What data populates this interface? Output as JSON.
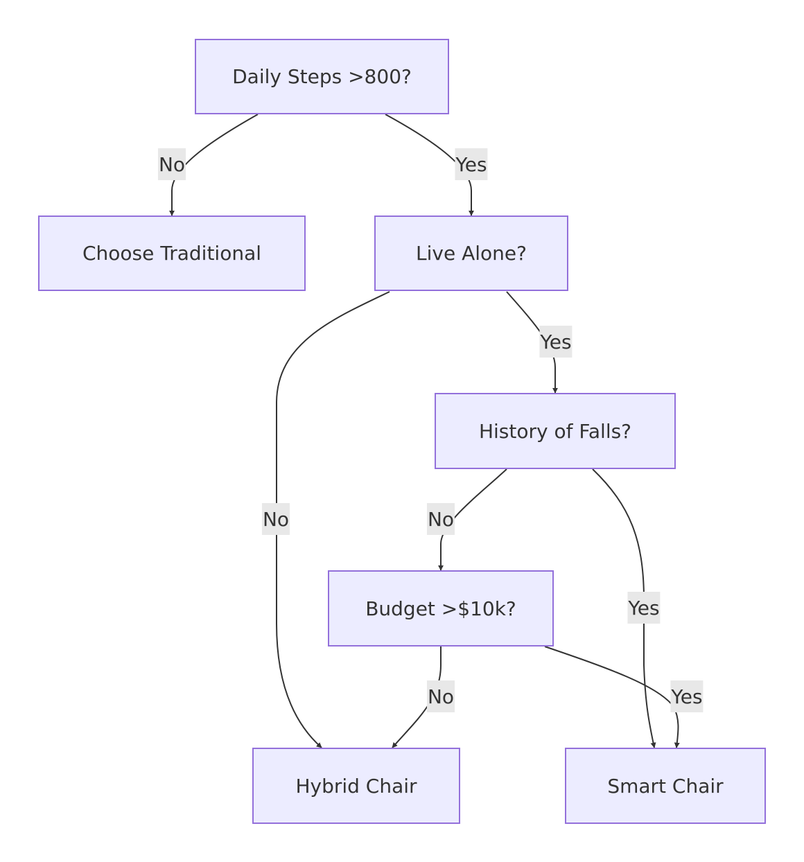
{
  "nodes": {
    "daily_steps": "Daily Steps >800?",
    "choose_traditional": "Choose Traditional",
    "live_alone": "Live Alone?",
    "history_falls": "History of Falls?",
    "budget": "Budget >$10k?",
    "hybrid_chair": "Hybrid Chair",
    "smart_chair": "Smart Chair"
  },
  "edges": {
    "steps_no": "No",
    "steps_yes": "Yes",
    "alone_no": "No",
    "alone_yes": "Yes",
    "falls_no": "No",
    "falls_yes": "Yes",
    "budget_no": "No",
    "budget_yes": "Yes"
  },
  "colors": {
    "node_fill": "#ececff",
    "node_border": "#9370db",
    "edge": "#333333",
    "label_bg": "#e8e8e8"
  }
}
